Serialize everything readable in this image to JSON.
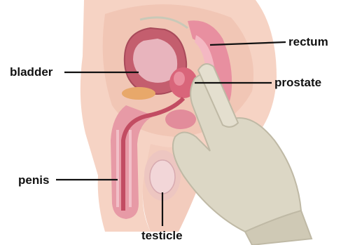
{
  "labels": {
    "rectum": "rectum",
    "bladder": "bladder",
    "prostate": "prostate",
    "penis": "penis",
    "testicle": "testicle"
  },
  "colors": {
    "skin": "#f6d3c4",
    "skin_shadow": "#e9b3a2",
    "bladder": "#c45e6e",
    "bladder_inner": "#e8b4bd",
    "prostate": "#d9657a",
    "rectum": "#e88fa0",
    "seminal_vesicle": "#e8a86a",
    "urethra": "#c24c62",
    "testicle": "#f2d6d8",
    "glove": "#dcd7c5",
    "glove_shadow": "#bfb9a5",
    "label_text": "#111111"
  }
}
